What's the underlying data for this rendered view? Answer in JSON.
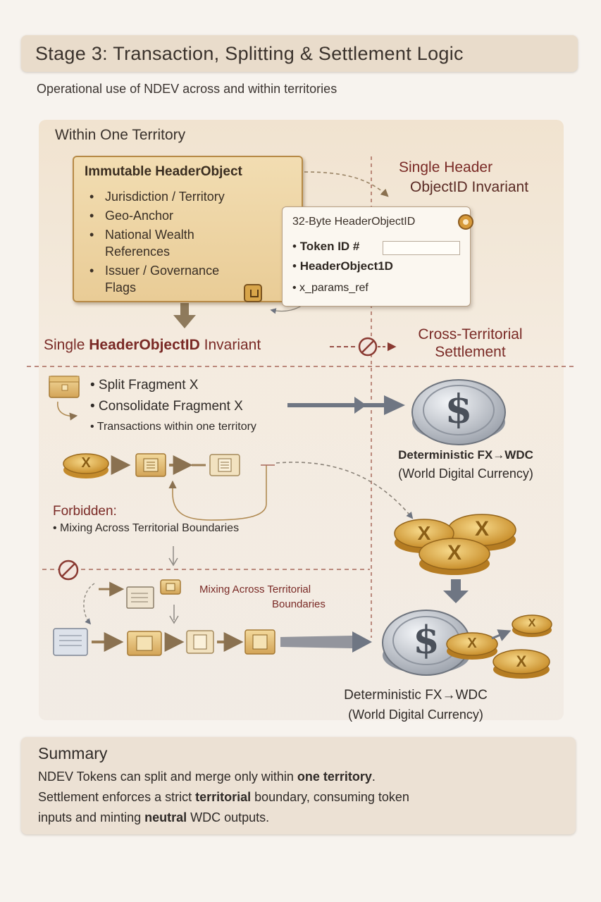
{
  "title": "Stage 3: Transaction, Splitting & Settlement Logic",
  "subtitle": "Operational use of NDEV across and within territories",
  "within": {
    "section_title": "Within One Territory",
    "header_object": {
      "title": "Immutable HeaderObject",
      "items": [
        "Jurisdiction / Territory",
        "Geo-Anchor",
        "National Wealth References",
        "Issuer / Governance Flags"
      ]
    },
    "id_card": {
      "title": "32-Byte HeaderObjectID",
      "fields": [
        "Token ID  #",
        "HeaderObject1D",
        "x_params_ref"
      ]
    },
    "single_header_label": [
      "Single Header",
      "ObjectID  Invariant"
    ],
    "invariant_prefix": "Single",
    "invariant_bold": "HeaderObjectID",
    "invariant_suffix": "Invariant",
    "cross_label": [
      "Cross-Territorial",
      "Settlement"
    ]
  },
  "fragments": {
    "split": "• Split Fragment X",
    "consolidate": "• Consolidate Fragment X",
    "transactions": "• Transactions within one territory"
  },
  "fx_top": {
    "label": "Deterministic FX→WDC",
    "sub": "(World Digital Currency)"
  },
  "forbidden": {
    "title": "Forbidden:",
    "item": "• Mixing Across Territorial Boundaries",
    "mixing_note": [
      "Mixing Across Territorial",
      "Boundaries"
    ]
  },
  "fx_bottom": {
    "label": "Deterministic FX→WDC",
    "sub": "(World Digital Currency)"
  },
  "summary": {
    "title": "Summary",
    "line1_a": "NDEV Tokens can split and merge only within ",
    "line1_b": "one territory",
    "line1_c": ".",
    "line2_a": "Settlement enforces a strict ",
    "line2_b": "territorial",
    "line2_c": " boundary, consuming token",
    "line3_a": "inputs and minting ",
    "line3_b": "neutral",
    "line3_c": " WDC outputs."
  },
  "coin_symbols": {
    "dollar": "$",
    "token": "X"
  },
  "colors": {
    "accent_red": "#7a2a26",
    "gold": "#d8a54a",
    "arrow_gray": "#7b7f88",
    "arrow_brown": "#8a7150"
  },
  "icons": [
    "dollar-coin-icon",
    "token-coin-icon",
    "fragment-box-icon",
    "document-icon",
    "forbidden-icon",
    "location-pin-icon",
    "stamp-icon"
  ]
}
